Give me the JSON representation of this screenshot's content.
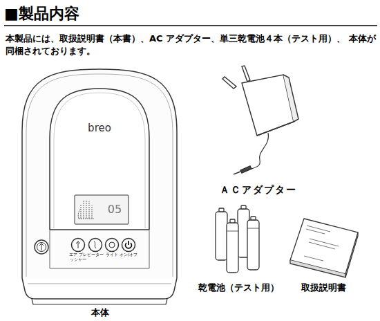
{
  "diagram": {
    "title": "■製品内容",
    "labels": [
      "本製品には、取扱説明書（本書）、AC アダプター、単三乾電池４本（テスト用）、 本体が同梱されております。",
      "breo",
      "05",
      "エア プレッシャー",
      "ヒーター",
      "ライト",
      "オン/オフ",
      "ＡＣアダプター",
      "乾電池（テスト用）",
      "取扱説明書",
      "本体"
    ]
  }
}
